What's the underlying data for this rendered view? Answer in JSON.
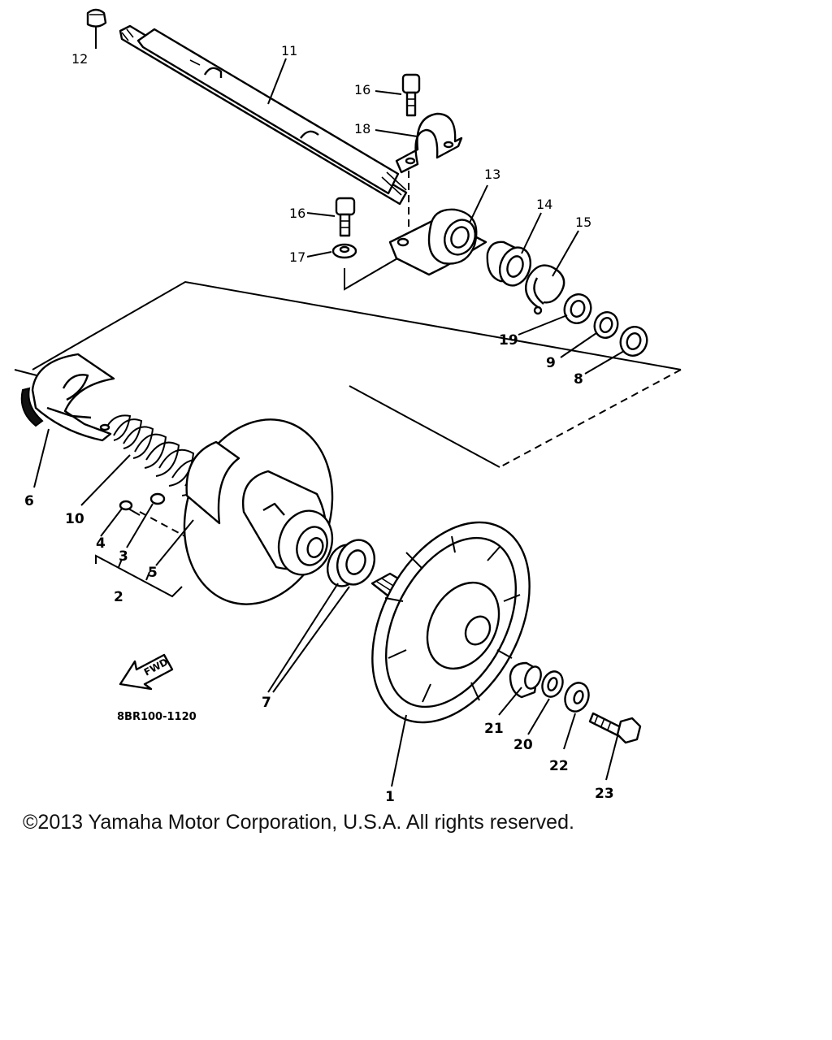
{
  "diagram": {
    "part_numbers": {
      "p1": "1",
      "p2": "2",
      "p3": "3",
      "p4": "4",
      "p5": "5",
      "p6": "6",
      "p7": "7",
      "p8": "8",
      "p9": "9",
      "p10": "10",
      "p11": "11",
      "p12": "12",
      "p13": "13",
      "p14": "14",
      "p15": "15",
      "p16a": "16",
      "p16b": "16",
      "p17": "17",
      "p18": "18",
      "p19": "19",
      "p20": "20",
      "p21": "21",
      "p22": "22",
      "p23": "23"
    },
    "front_arrow_label": "FWD",
    "diagram_code": "8BR100-1120"
  },
  "footer": {
    "copyright": "©2013 Yamaha Motor Corporation, U.S.A. All rights reserved."
  }
}
